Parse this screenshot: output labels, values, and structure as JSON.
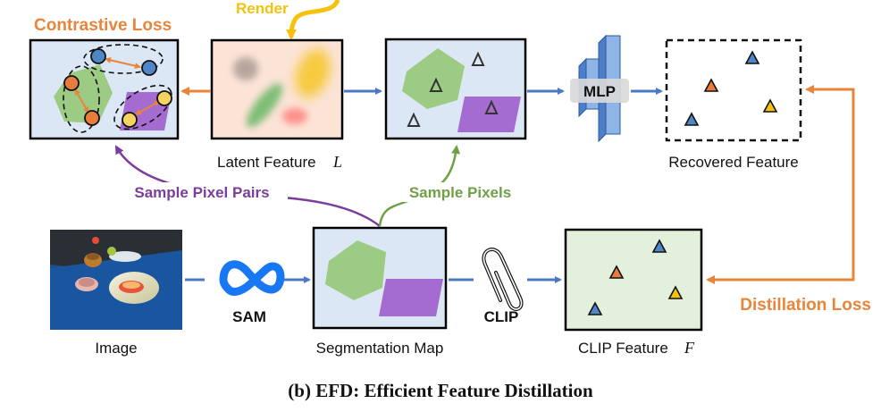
{
  "labels": {
    "render": "Render",
    "contrastive_loss": "Contrastive Loss",
    "latent_feature": "Latent Feature",
    "latent_symbol": "L",
    "mlp": "MLP",
    "recovered_feature": "Recovered Feature",
    "sample_pixel_pairs": "Sample Pixel Pairs",
    "sample_pixels": "Sample Pixels",
    "sam": "SAM",
    "clip": "CLIP",
    "image": "Image",
    "segmentation_map": "Segmentation Map",
    "clip_feature": "CLIP Feature",
    "clip_symbol": "F",
    "distillation_loss": "Distillation Loss",
    "caption": "(b) EFD: Efficient Feature Distillation"
  },
  "colors": {
    "orange": "#E9853A",
    "blue_arrow": "#4A78C2",
    "purple": "#7B3C9E",
    "green_curve": "#6FA046",
    "gold": "#F4C20D",
    "panel_blue": "#DCE7F5",
    "panel_green": "#E3F1DC",
    "panel_peach": "#FBE3D6",
    "hexagon_green": "#9CCB84",
    "parallelogram_purple": "#A46BD0",
    "triangle_blue": "#4F86C6",
    "triangle_orange": "#E97C3D",
    "triangle_yellow": "#F4C20D",
    "meta_blue": "#1877F2"
  }
}
